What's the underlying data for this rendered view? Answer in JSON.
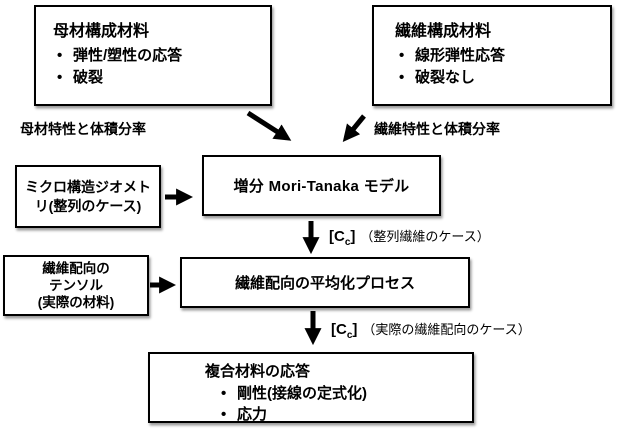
{
  "bullet_char": "•",
  "colors": {
    "line": "#000000",
    "background": "#ffffff",
    "text": "#000000"
  },
  "boxes": {
    "matrix": {
      "title": "母材構成材料",
      "bullets": [
        "弾性/塑性の応答",
        "破裂"
      ]
    },
    "fiber": {
      "title": "繊維構成材料",
      "bullets": [
        "線形弾性応答",
        "破裂なし"
      ]
    },
    "micro_geometry": {
      "line1": "ミクロ構造ジオメト",
      "line2": "リ(整列のケース)"
    },
    "mori_tanaka": {
      "label": "増分 Mori-Tanaka モデル"
    },
    "orientation_tensor": {
      "line1": "繊維配向の",
      "line2": "テンソル",
      "line3": "(実際の材料)"
    },
    "averaging": {
      "label": "繊維配向の平均化プロセス"
    },
    "response": {
      "title": "複合材料の応答",
      "bullets": [
        "剛性(接線の定式化)",
        "応力"
      ]
    }
  },
  "labels": {
    "matrix_props": "母材特性と体積分率",
    "fiber_props": "繊維特性と体積分率",
    "cc_bracket_open": "[C",
    "cc_subscript": "c",
    "cc_bracket_close": "]",
    "cc_aligned_note": "（整列繊維のケース）",
    "cc_actual_note": "（実際の繊維配向のケース）"
  }
}
